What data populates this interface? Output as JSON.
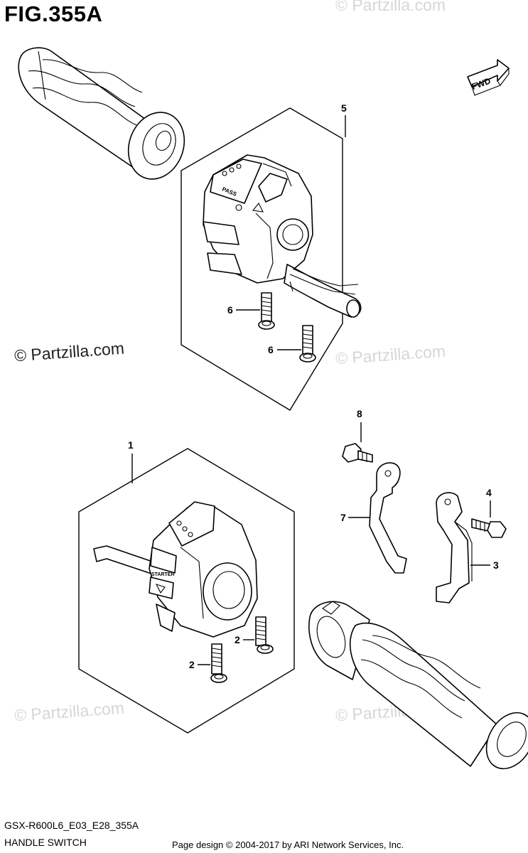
{
  "figure": {
    "title": "FIG.355A",
    "model_code": "GSX-R600L6_E03_E28_355A",
    "section_name": "HANDLE SWITCH",
    "copyright_footer": "Page design © 2004-2017 by ARI Network Services, Inc."
  },
  "watermarks": [
    "© Partzilla.com",
    "© Partzilla.com",
    "© Partzilla.com",
    "© Partzilla.com",
    "© Partzilla.com"
  ],
  "direction_badge": {
    "label": "FWD"
  },
  "callouts": [
    {
      "number": "5"
    },
    {
      "number": "6"
    },
    {
      "number": "6"
    },
    {
      "number": "1"
    },
    {
      "number": "2"
    },
    {
      "number": "2"
    },
    {
      "number": "8"
    },
    {
      "number": "7"
    },
    {
      "number": "4"
    },
    {
      "number": "3"
    }
  ],
  "switch_labels": {
    "pass": "PASS",
    "starter": "STARTER"
  },
  "colors": {
    "ink": "#000000",
    "watermark": "#d6d6d6",
    "background": "#ffffff"
  }
}
